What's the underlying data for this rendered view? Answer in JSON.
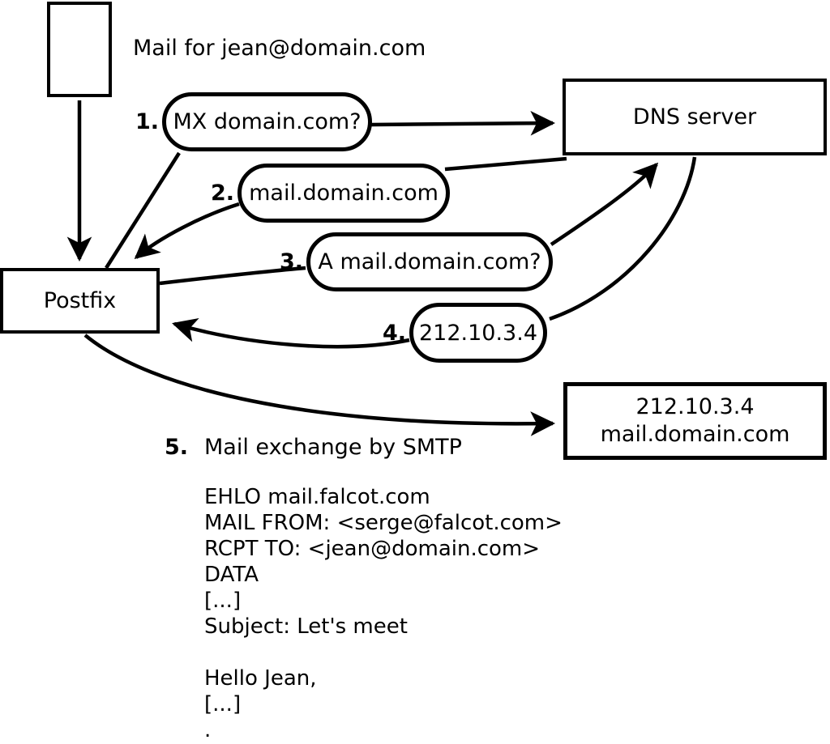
{
  "title": "Mail for jean@domain.com",
  "nodes": {
    "postfix": "Postfix",
    "dns": "DNS server",
    "mail_host": {
      "line1": "212.10.3.4",
      "line2": "mail.domain.com"
    }
  },
  "steps": [
    {
      "num": "1.",
      "label": "MX domain.com?"
    },
    {
      "num": "2.",
      "label": "mail.domain.com"
    },
    {
      "num": "3.",
      "label": "A mail.domain.com?"
    },
    {
      "num": "4.",
      "label": "212.10.3.4"
    },
    {
      "num": "5.",
      "label": "Mail exchange by SMTP"
    }
  ],
  "smtp_session": "EHLO mail.falcot.com\nMAIL FROM: <serge@falcot.com>\nRCPT TO: <jean@domain.com>\nDATA\n[...]\nSubject: Let's meet\n\nHello Jean,\n[...]\n.",
  "edges": [
    {
      "from": "message",
      "to": "postfix"
    },
    {
      "from": "postfix",
      "to": "step-1"
    },
    {
      "from": "step-1",
      "to": "dns"
    },
    {
      "from": "dns",
      "to": "step-2"
    },
    {
      "from": "step-2",
      "to": "postfix"
    },
    {
      "from": "postfix",
      "to": "step-3"
    },
    {
      "from": "step-3",
      "to": "dns"
    },
    {
      "from": "dns",
      "to": "step-4"
    },
    {
      "from": "step-4",
      "to": "postfix"
    },
    {
      "from": "postfix",
      "to": "mail_host"
    }
  ],
  "colors": {
    "ink": "#000000",
    "paper": "#ffffff"
  }
}
